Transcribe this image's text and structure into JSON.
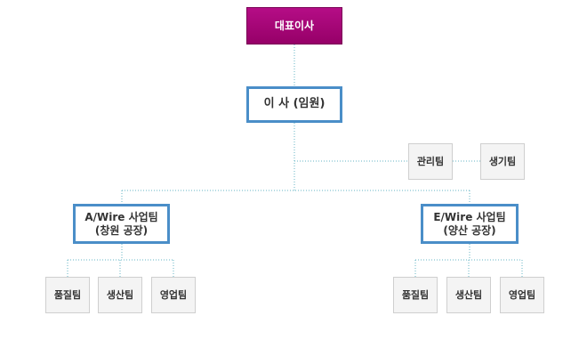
{
  "org": {
    "ceo": "대표이사",
    "director": "이 사 (임원)",
    "staff": [
      "관리팀",
      "생기팀"
    ],
    "divisions": [
      {
        "name": "A/Wire 사업팀",
        "site": "(창원 공장)",
        "teams": [
          "품질팀",
          "생산팀",
          "영업팀"
        ]
      },
      {
        "name": "E/Wire 사업팀",
        "site": "(양산 공장)",
        "teams": [
          "품질팀",
          "생산팀",
          "영업팀"
        ]
      }
    ]
  },
  "colors": {
    "ceo_fill": "#a6007a",
    "border_blue": "#4a8ec8",
    "connector": "#66b4c4",
    "small_box_fill": "#f4f4f4"
  }
}
